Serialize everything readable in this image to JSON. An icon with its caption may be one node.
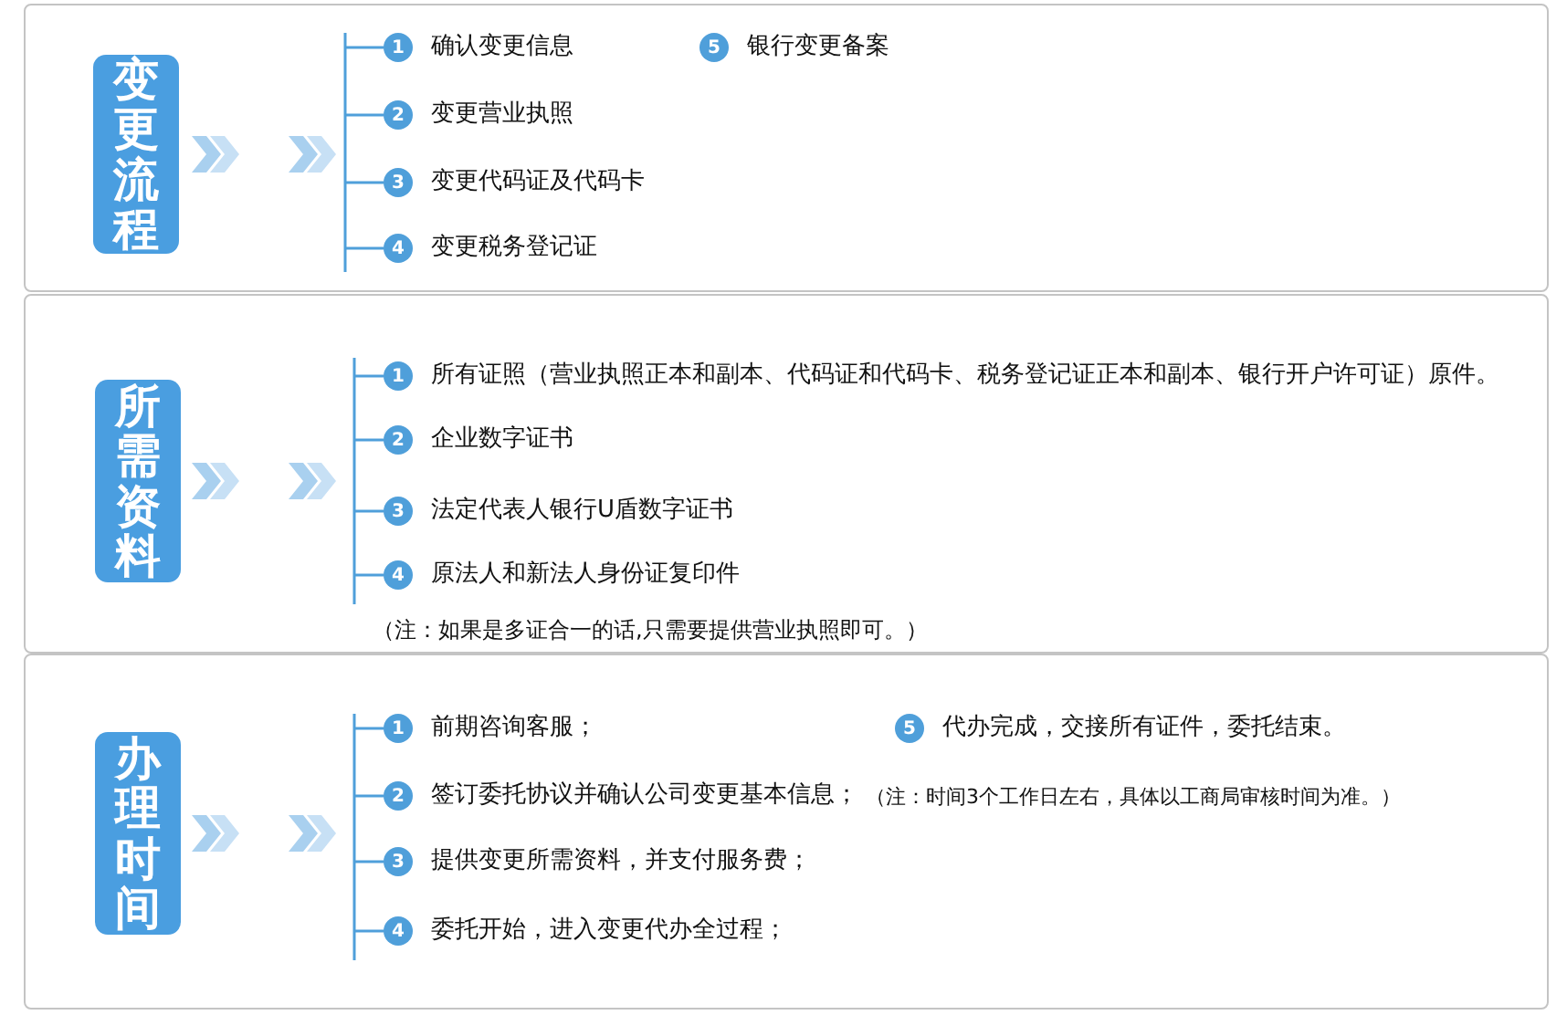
{
  "diagram": {
    "nodes": [
      {
        "text": [],
        "shape": "box"
      },
      {
        "text": [
          "变更流程"
        ],
        "in": 0
      },
      {
        "text": [
          "1"
        ],
        "in": 0,
        "beside": [
          "确认变更信息"
        ]
      },
      {
        "text": [
          "2"
        ],
        "in": 0,
        "beside": [
          "变更营业执照"
        ]
      },
      {
        "text": [
          "3"
        ],
        "in": 0,
        "beside": [
          "变更代码证及代码卡"
        ]
      },
      {
        "text": [
          "4"
        ],
        "in": 0,
        "beside": [
          "变更税务登记证"
        ]
      },
      {
        "text": [
          "5"
        ],
        "in": 0,
        "beside": [
          "银行变更备案"
        ]
      },
      {
        "text": [],
        "shape": "box"
      },
      {
        "text": [
          "所需资料"
        ],
        "in": 7
      },
      {
        "text": [
          "1"
        ],
        "in": 7,
        "beside": [
          "所有证照（营业执照正本和副本、代码证和代码卡、税务登记证正本和副本、银行开户许可证）原件。"
        ]
      },
      {
        "text": [
          "2"
        ],
        "in": 7,
        "beside": [
          "企业数字证书"
        ]
      },
      {
        "text": [
          "3"
        ],
        "in": 7,
        "beside": [
          "法定代表人银行U盾数字证书"
        ]
      },
      {
        "text": [
          "4"
        ],
        "in": 7,
        "beside": [
          "原法人和新法人身份证复印件"
        ]
      },
      {
        "text": [],
        "shape": "box"
      },
      {
        "text": [
          "办理时间"
        ],
        "in": 13
      },
      {
        "text": [
          "1"
        ],
        "in": 13,
        "beside": [
          "前期咨询客服；"
        ]
      },
      {
        "text": [
          "2"
        ],
        "in": 13,
        "beside": [
          "签订委托协议并确认公司变更基本信息；",
          "（注：时间3个工作日左右，具体以工商局审核时间为准。）"
        ]
      },
      {
        "text": [
          "3"
        ],
        "in": 13,
        "beside": [
          "提供变更所需资料，并支付服务费；"
        ]
      },
      {
        "text": [
          "4"
        ],
        "in": 13,
        "beside": [
          "委托开始，进入变更代办全过程；"
        ]
      },
      {
        "text": [
          "5"
        ],
        "in": 13,
        "beside": [
          "代办完成，交接所有证件，委托结束。"
        ]
      }
    ],
    "labels": [
      "（注：如果是多证合一的话,只需要提供营业执照即可。）"
    ]
  }
}
